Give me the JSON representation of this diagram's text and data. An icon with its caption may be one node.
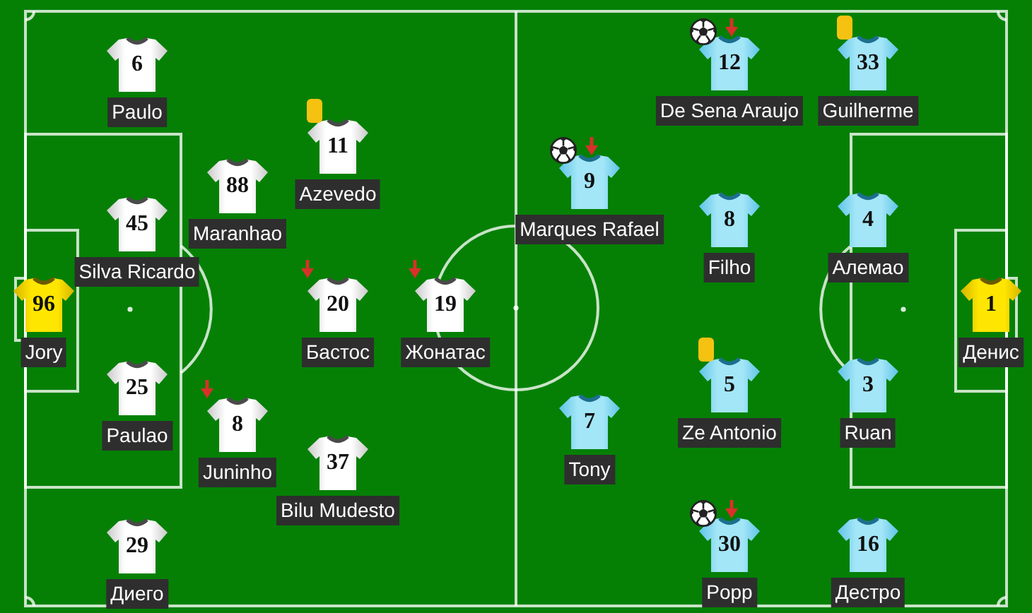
{
  "diagram": {
    "nodes": [
      {
        "text": [
          "6"
        ],
        "beside": [
          "Paulo"
        ]
      },
      {
        "text": [
          "11"
        ],
        "beside": [
          "Azevedo"
        ]
      },
      {
        "text": [
          "88"
        ],
        "beside": [
          "Maranhao"
        ]
      },
      {
        "text": [
          "45"
        ],
        "beside": [
          "Silva Ricardo"
        ]
      },
      {
        "text": [
          "96"
        ],
        "beside": [
          "Jory"
        ]
      },
      {
        "text": [
          "20"
        ],
        "beside": [
          "Бастос"
        ]
      },
      {
        "text": [
          "19"
        ],
        "beside": [
          "Жонатас"
        ]
      },
      {
        "text": [
          "25"
        ],
        "beside": [
          "Paulao"
        ]
      },
      {
        "text": [
          "8"
        ],
        "beside": [
          "Juninho"
        ]
      },
      {
        "text": [
          "37"
        ],
        "beside": [
          "Bilu Mudesto"
        ]
      },
      {
        "text": [
          "29"
        ],
        "beside": [
          "Диего"
        ]
      },
      {
        "text": [
          "12"
        ],
        "beside": [
          "De Sena Araujo"
        ]
      },
      {
        "text": [
          "33"
        ],
        "beside": [
          "Guilherme"
        ]
      },
      {
        "text": [
          "9"
        ],
        "beside": [
          "Marques Rafael"
        ]
      },
      {
        "text": [
          "8"
        ],
        "beside": [
          "Filho"
        ]
      },
      {
        "text": [
          "4"
        ],
        "beside": [
          "Алемао"
        ]
      },
      {
        "text": [
          "1"
        ],
        "beside": [
          "Денис"
        ]
      },
      {
        "text": [
          "5"
        ],
        "beside": [
          "Ze Antonio"
        ]
      },
      {
        "text": [
          "3"
        ],
        "beside": [
          "Ruan"
        ]
      },
      {
        "text": [
          "7"
        ],
        "beside": [
          "Tony"
        ]
      },
      {
        "text": [
          "30"
        ],
        "beside": [
          "Popp"
        ]
      },
      {
        "text": [
          "16"
        ],
        "beside": [
          "Дестро"
        ]
      }
    ]
  }
}
